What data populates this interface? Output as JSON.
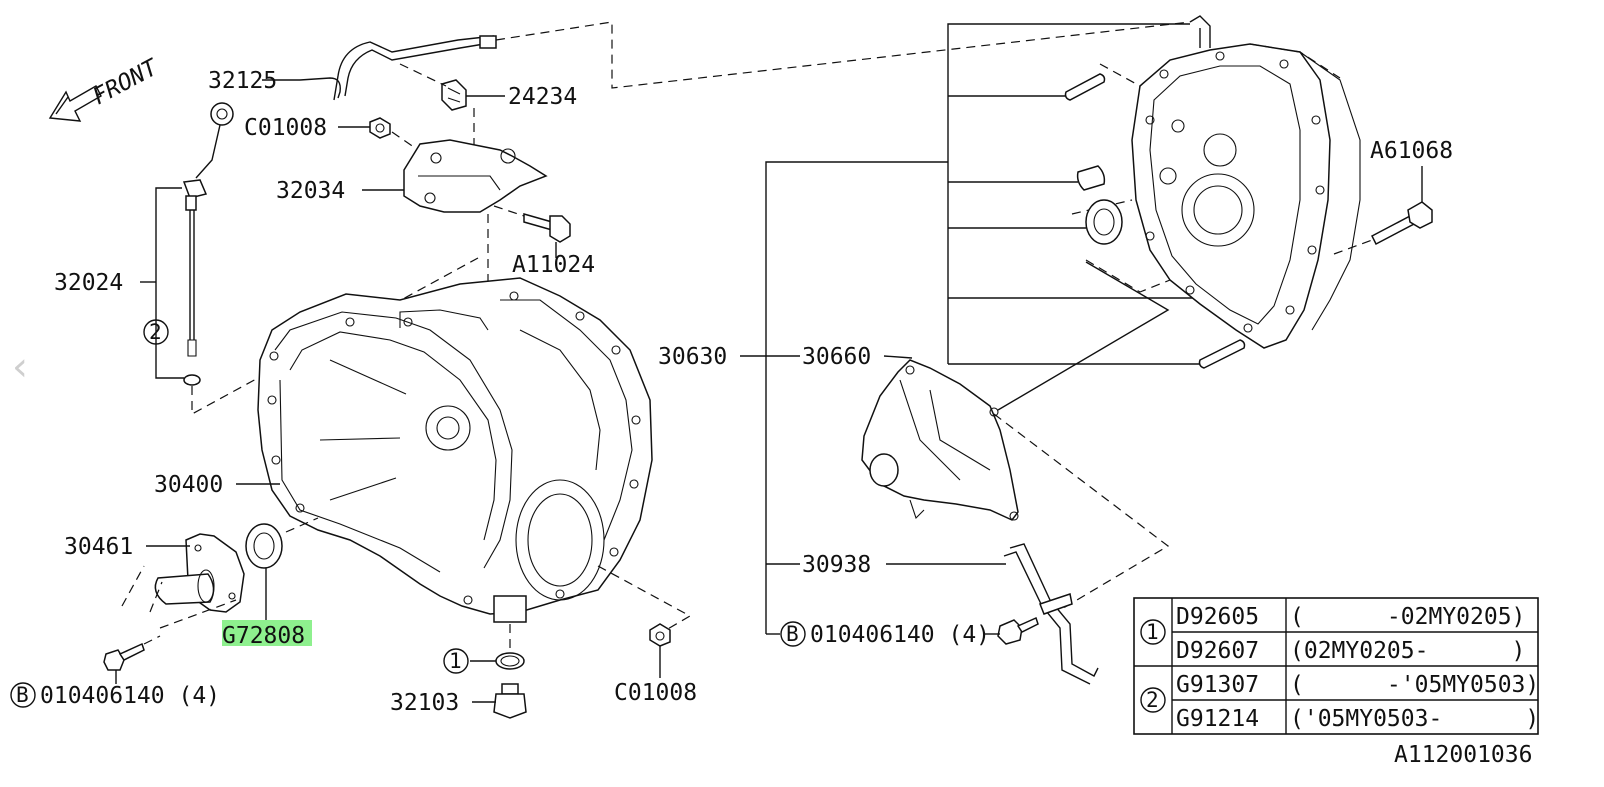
{
  "front_label": "FRONT",
  "nav": {
    "prev_icon": "chevron-left-icon",
    "prev_glyph": "‹"
  },
  "labels": {
    "p32125": "32125",
    "p24234": "24234",
    "pC01008_top": "C01008",
    "p32034": "32034",
    "pA11024": "A11024",
    "p32024": "32024",
    "circ2_left": "2",
    "p30400": "30400",
    "p30461": "30461",
    "pG72808": "G72808",
    "circB_left": "B",
    "b_left_num": "010406140 (4)",
    "circ1_bottom": "1",
    "p32103": "32103",
    "pC01008_bottom": "C01008",
    "p30630": "30630",
    "p30660": "30660",
    "p30938": "30938",
    "circB_right": "B",
    "b_right_num": "010406140 (4)",
    "pA61068": "A61068",
    "ref_code": "A112001036"
  },
  "table": {
    "rows": [
      {
        "group": "1",
        "part": "D92605",
        "range": "(      -02MY0205)"
      },
      {
        "group": "1",
        "part": "D92607",
        "range": "(02MY0205-      )"
      },
      {
        "group": "2",
        "part": "G91307",
        "range": "(      -'05MY0503)"
      },
      {
        "group": "2",
        "part": "G91214",
        "range": "('05MY0503-      )"
      }
    ]
  },
  "colors": {
    "highlight": "#8ef08e",
    "ink": "#111111"
  }
}
